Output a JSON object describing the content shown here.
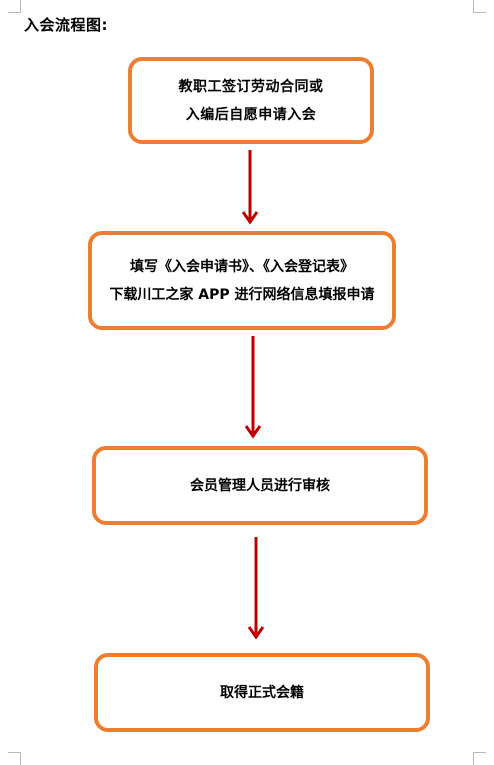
{
  "title": "入会流程图:",
  "steps": [
    {
      "lines": [
        "教职工签订劳动合同或",
        "入编后自愿申请入会"
      ]
    },
    {
      "lines": [
        "填写《入会申请书》、《入会登记表》",
        "下载川工之家 APP 进行网络信息填报申请"
      ]
    },
    {
      "lines": [
        "会员管理人员进行审核"
      ]
    },
    {
      "lines": [
        "取得正式会籍"
      ]
    }
  ],
  "colors": {
    "box_border": "#ED7D31",
    "arrow": "#C00000"
  }
}
